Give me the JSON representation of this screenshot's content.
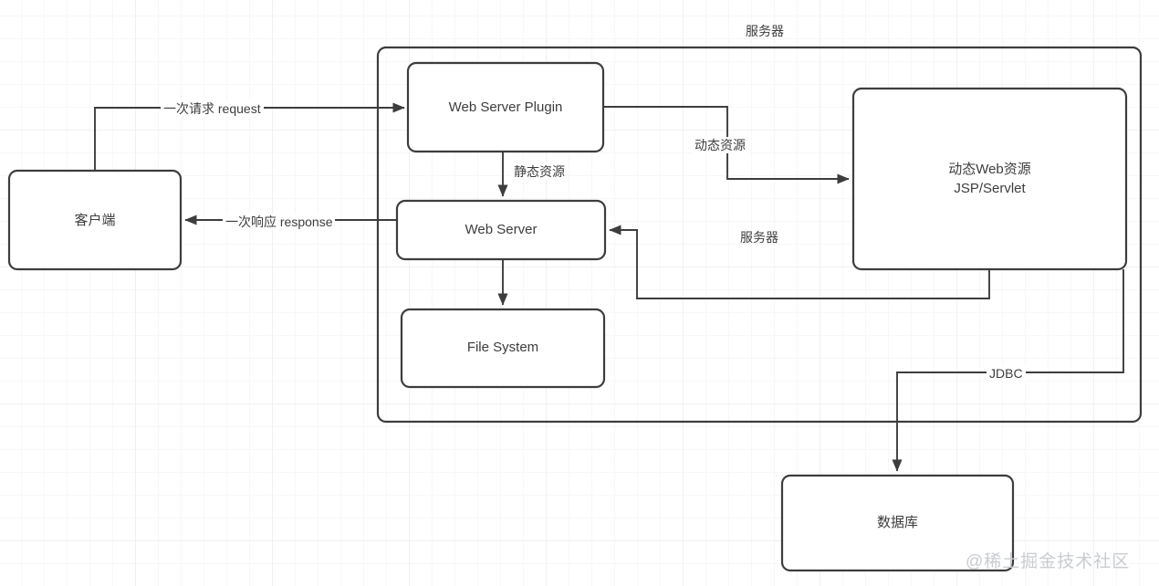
{
  "diagram": {
    "title_top": "服务器",
    "inner_note": "服务器",
    "nodes": {
      "client": {
        "label": "客户端"
      },
      "web_server_plugin": {
        "label": "Web Server Plugin"
      },
      "web_server": {
        "label": "Web Server"
      },
      "file_system": {
        "label": "File System"
      },
      "dynamic_web_resource": {
        "label": "动态Web资源\nJSP/Servlet"
      },
      "database": {
        "label": "数据库"
      }
    },
    "edges": {
      "request": {
        "label": "一次请求 request"
      },
      "response": {
        "label": "一次响应 response"
      },
      "static_resource": {
        "label": "静态资源"
      },
      "dynamic_resource": {
        "label": "动态资源"
      },
      "jdbc": {
        "label": "JDBC"
      }
    },
    "watermark": {
      "text": "@稀土掘金技术社区"
    },
    "colors": {
      "stroke": "#3d3d3d",
      "node_fill": "#ffffff",
      "text": "#3d3d3d",
      "grid_minor": "#f6f7f8",
      "grid_major": "#eef0f2",
      "watermark": "#c9ccd1"
    }
  }
}
